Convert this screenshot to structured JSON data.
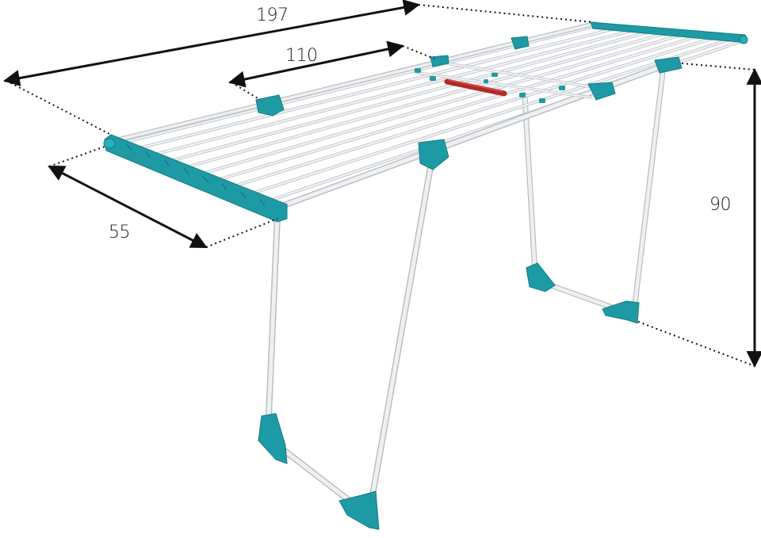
{
  "dimensions": {
    "length": "197",
    "extension": "110",
    "depth": "55",
    "height": "90"
  },
  "colors": {
    "accent": "#1e9aa5",
    "accent_dark": "#127a84",
    "rod": "#e6e8ea",
    "rod_edge": "#b9bec3",
    "handle": "#b02a2a",
    "dimension_line": "#111111"
  }
}
